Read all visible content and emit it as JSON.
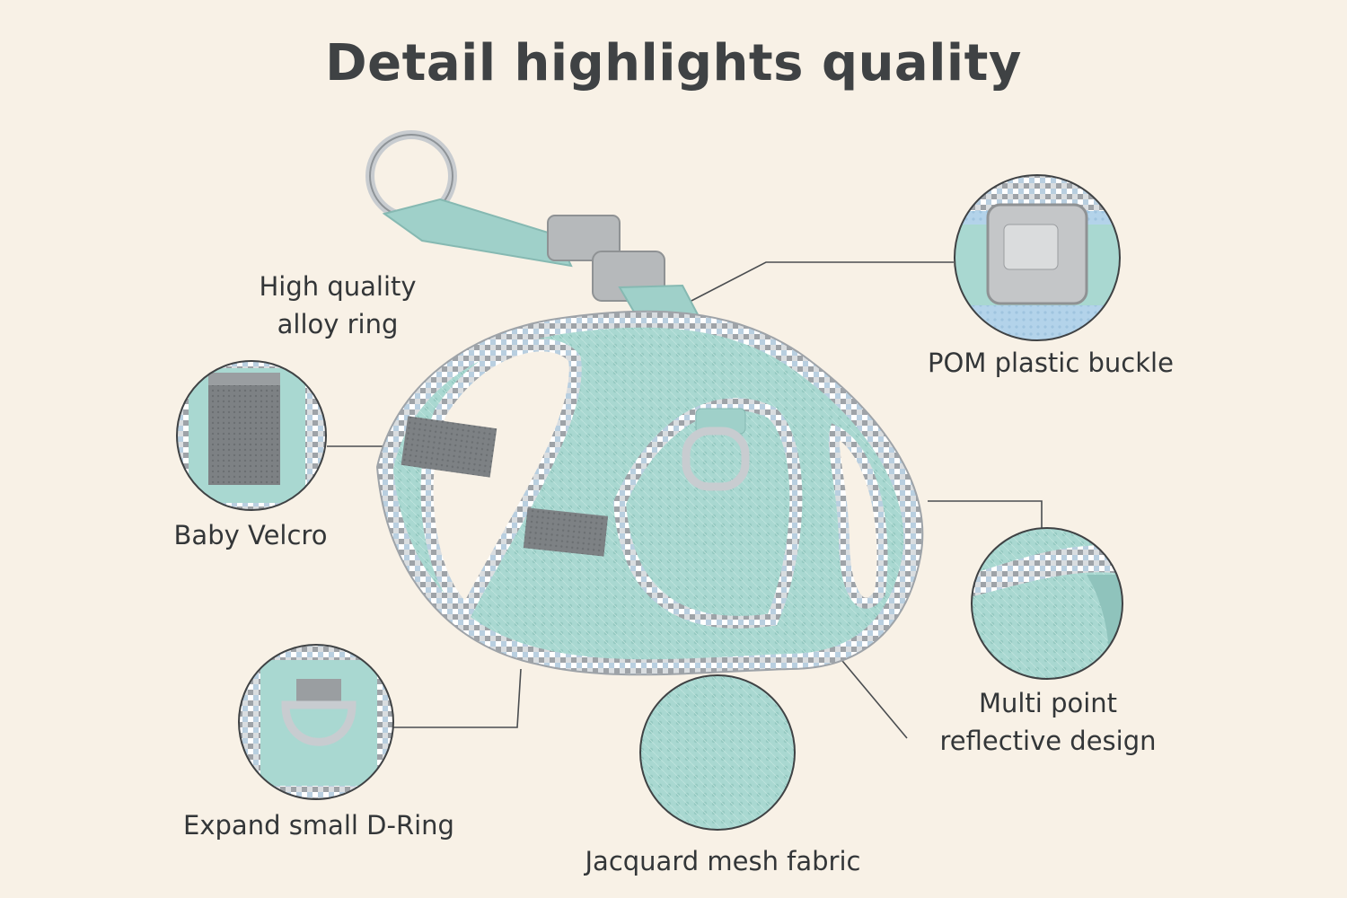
{
  "title": "Detail highlights quality",
  "labels": {
    "alloy_ring": [
      "High quality",
      "alloy ring"
    ],
    "buckle": "POM plastic buckle",
    "velcro": "Baby Velcro",
    "reflective": [
      "Multi point",
      "reflective design"
    ],
    "d_ring": "Expand small D-Ring",
    "mesh": "Jacquard mesh fabric"
  },
  "colors": {
    "background": "#f8f1e6",
    "mint": "#a9d8d1",
    "plaid_gray": "#a0a4a8",
    "metal": "#c8ccd0",
    "buckle_gray": "#b6b9bb",
    "velcro_gray": "#7d8184",
    "text": "#333638",
    "leader_line": "#4a4d50"
  }
}
